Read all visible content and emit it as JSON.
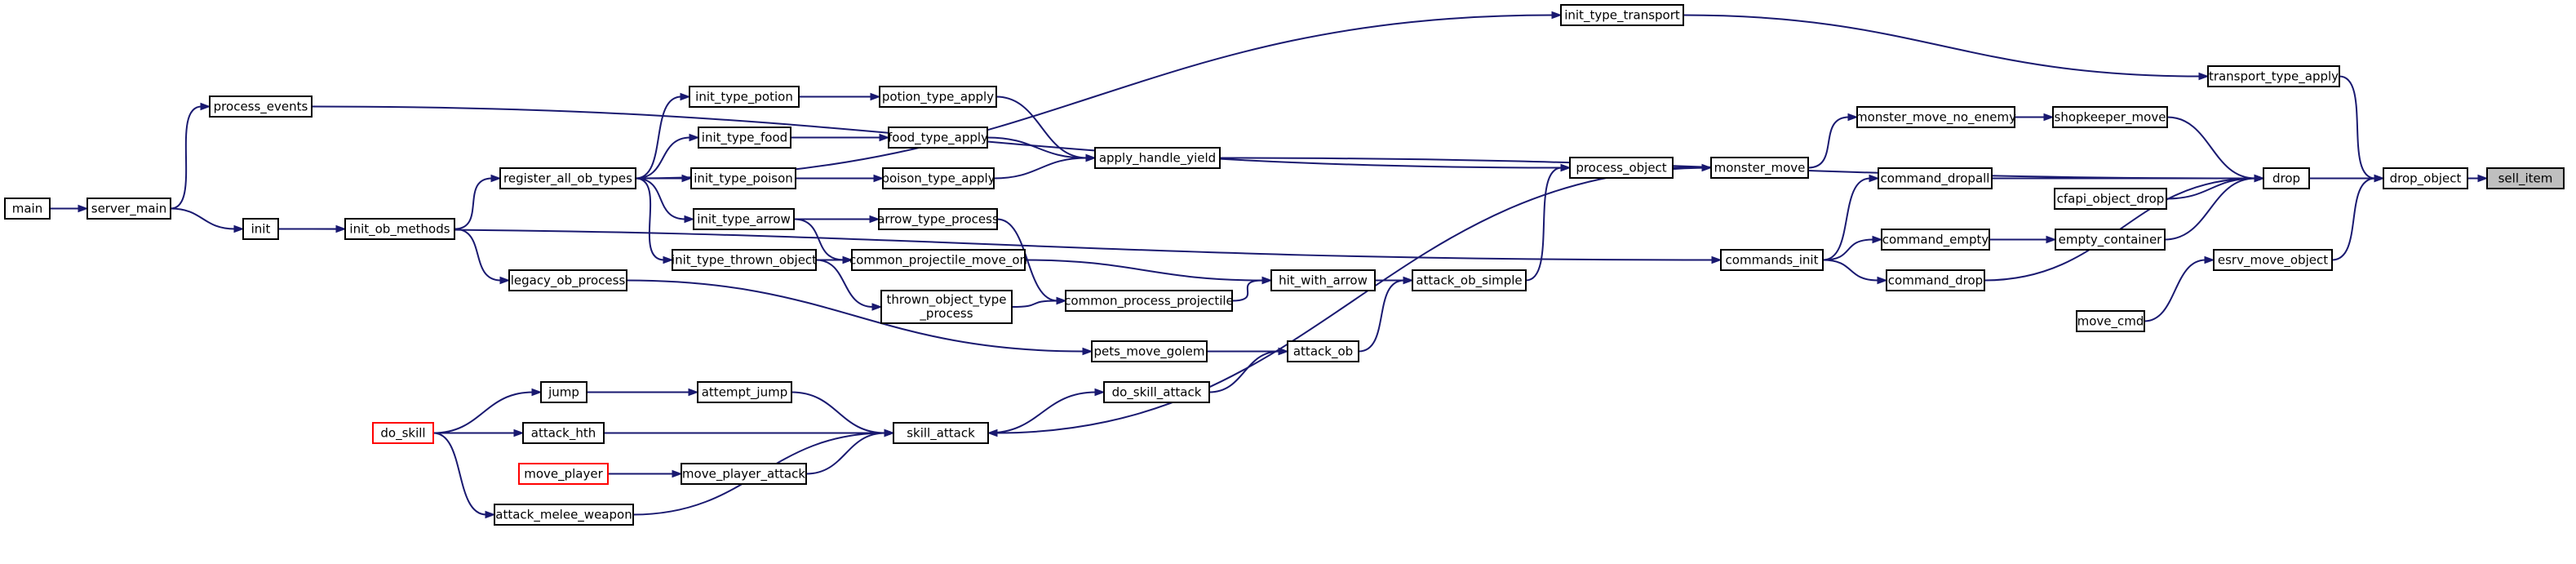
{
  "graph": {
    "colors": {
      "edge": "#191970",
      "node_border": "#000000",
      "node_fill": "#ffffff",
      "truncated_border": "#ff0000",
      "highlight_fill": "#bfbfbf"
    },
    "nodes": [
      {
        "id": "sell_item",
        "label": "sell_item",
        "style": "highlight"
      },
      {
        "id": "drop_object",
        "label": "drop_object"
      },
      {
        "id": "transport_type_apply",
        "label": "transport_type_apply"
      },
      {
        "id": "drop",
        "label": "drop"
      },
      {
        "id": "esrv_move_object",
        "label": "esrv_move_object"
      },
      {
        "id": "init_type_transport",
        "label": "init_type_transport"
      },
      {
        "id": "shopkeeper_move",
        "label": "shopkeeper_move"
      },
      {
        "id": "cfapi_object_drop",
        "label": "cfapi_object_drop"
      },
      {
        "id": "empty_container",
        "label": "empty_container"
      },
      {
        "id": "move_cmd",
        "label": "move_cmd"
      },
      {
        "id": "monster_move_no_enemy",
        "label": "monster_move_no_enemy"
      },
      {
        "id": "command_dropall",
        "label": "command_dropall"
      },
      {
        "id": "command_empty",
        "label": "command_empty"
      },
      {
        "id": "command_drop",
        "label": "command_drop"
      },
      {
        "id": "commands_init",
        "label": "commands_init"
      },
      {
        "id": "monster_move",
        "label": "monster_move"
      },
      {
        "id": "process_object",
        "label": "process_object"
      },
      {
        "id": "attack_ob_simple",
        "label": "attack_ob_simple"
      },
      {
        "id": "hit_with_arrow",
        "label": "hit_with_arrow"
      },
      {
        "id": "attack_ob",
        "label": "attack_ob"
      },
      {
        "id": "do_skill_attack",
        "label": "do_skill_attack"
      },
      {
        "id": "skill_attack",
        "label": "skill_attack"
      },
      {
        "id": "apply_handle_yield",
        "label": "apply_handle_yield"
      },
      {
        "id": "potion_type_apply",
        "label": "potion_type_apply"
      },
      {
        "id": "food_type_apply",
        "label": "food_type_apply"
      },
      {
        "id": "poison_type_apply",
        "label": "poison_type_apply"
      },
      {
        "id": "arrow_type_process",
        "label": "arrow_type_process"
      },
      {
        "id": "common_projectile_move_on",
        "label": "common_projectile_move_on"
      },
      {
        "id": "common_process_projectile",
        "label": "common_process_projectile"
      },
      {
        "id": "thrown_object_type_process",
        "label": "thrown_object_type\n_process"
      },
      {
        "id": "pets_move_golem",
        "label": "pets_move_golem"
      },
      {
        "id": "init_type_potion",
        "label": "init_type_potion"
      },
      {
        "id": "init_type_food",
        "label": "init_type_food"
      },
      {
        "id": "init_type_poison",
        "label": "init_type_poison"
      },
      {
        "id": "init_type_arrow",
        "label": "init_type_arrow"
      },
      {
        "id": "init_type_thrown_object",
        "label": "init_type_thrown_object"
      },
      {
        "id": "attempt_jump",
        "label": "attempt_jump"
      },
      {
        "id": "move_player_attack",
        "label": "move_player_attack"
      },
      {
        "id": "register_all_ob_types",
        "label": "register_all_ob_types"
      },
      {
        "id": "legacy_ob_process",
        "label": "legacy_ob_process"
      },
      {
        "id": "jump",
        "label": "jump"
      },
      {
        "id": "attack_hth",
        "label": "attack_hth"
      },
      {
        "id": "attack_melee_weapon",
        "label": "attack_melee_weapon"
      },
      {
        "id": "move_player",
        "label": "move_player",
        "style": "truncated"
      },
      {
        "id": "do_skill",
        "label": "do_skill",
        "style": "truncated"
      },
      {
        "id": "init_ob_methods",
        "label": "init_ob_methods"
      },
      {
        "id": "init",
        "label": "init"
      },
      {
        "id": "process_events",
        "label": "process_events"
      },
      {
        "id": "server_main",
        "label": "server_main"
      },
      {
        "id": "main",
        "label": "main"
      }
    ],
    "edges": [
      [
        "drop_object",
        "sell_item"
      ],
      [
        "transport_type_apply",
        "drop_object"
      ],
      [
        "drop",
        "drop_object"
      ],
      [
        "esrv_move_object",
        "drop_object"
      ],
      [
        "init_type_transport",
        "transport_type_apply"
      ],
      [
        "shopkeeper_move",
        "drop"
      ],
      [
        "cfapi_object_drop",
        "drop"
      ],
      [
        "empty_container",
        "drop"
      ],
      [
        "command_dropall",
        "drop"
      ],
      [
        "command_drop",
        "drop"
      ],
      [
        "apply_handle_yield",
        "drop"
      ],
      [
        "move_cmd",
        "esrv_move_object"
      ],
      [
        "monster_move_no_enemy",
        "shopkeeper_move"
      ],
      [
        "command_empty",
        "empty_container"
      ],
      [
        "monster_move",
        "monster_move_no_enemy"
      ],
      [
        "commands_init",
        "command_dropall"
      ],
      [
        "commands_init",
        "command_empty"
      ],
      [
        "commands_init",
        "command_drop"
      ],
      [
        "process_object",
        "monster_move"
      ],
      [
        "attack_ob_simple",
        "process_object"
      ],
      [
        "process_events",
        "process_object"
      ],
      [
        "hit_with_arrow",
        "attack_ob_simple"
      ],
      [
        "attack_ob",
        "attack_ob_simple"
      ],
      [
        "common_projectile_move_on",
        "hit_with_arrow"
      ],
      [
        "common_process_projectile",
        "hit_with_arrow"
      ],
      [
        "pets_move_golem",
        "attack_ob"
      ],
      [
        "do_skill_attack",
        "attack_ob"
      ],
      [
        "skill_attack",
        "do_skill_attack"
      ],
      [
        "monster_move",
        "skill_attack"
      ],
      [
        "attempt_jump",
        "skill_attack"
      ],
      [
        "attack_hth",
        "skill_attack"
      ],
      [
        "move_player_attack",
        "skill_attack"
      ],
      [
        "attack_melee_weapon",
        "skill_attack"
      ],
      [
        "potion_type_apply",
        "apply_handle_yield"
      ],
      [
        "food_type_apply",
        "apply_handle_yield"
      ],
      [
        "poison_type_apply",
        "apply_handle_yield"
      ],
      [
        "init_type_potion",
        "potion_type_apply"
      ],
      [
        "init_type_food",
        "food_type_apply"
      ],
      [
        "init_type_poison",
        "poison_type_apply"
      ],
      [
        "init_type_arrow",
        "arrow_type_process"
      ],
      [
        "arrow_type_process",
        "common_process_projectile"
      ],
      [
        "init_type_arrow",
        "common_projectile_move_on"
      ],
      [
        "init_type_thrown_object",
        "common_projectile_move_on"
      ],
      [
        "thrown_object_type_process",
        "common_process_projectile"
      ],
      [
        "init_type_thrown_object",
        "thrown_object_type_process"
      ],
      [
        "legacy_ob_process",
        "pets_move_golem"
      ],
      [
        "register_all_ob_types",
        "init_type_potion"
      ],
      [
        "register_all_ob_types",
        "init_type_food"
      ],
      [
        "register_all_ob_types",
        "init_type_poison"
      ],
      [
        "register_all_ob_types",
        "init_type_arrow"
      ],
      [
        "register_all_ob_types",
        "init_type_thrown_object"
      ],
      [
        "register_all_ob_types",
        "init_type_transport"
      ],
      [
        "init_ob_methods",
        "register_all_ob_types"
      ],
      [
        "init_ob_methods",
        "legacy_ob_process"
      ],
      [
        "jump",
        "attempt_jump"
      ],
      [
        "do_skill",
        "jump"
      ],
      [
        "do_skill",
        "attack_hth"
      ],
      [
        "do_skill",
        "attack_melee_weapon"
      ],
      [
        "move_player",
        "move_player_attack"
      ],
      [
        "init",
        "init_ob_methods"
      ],
      [
        "init",
        "commands_init"
      ],
      [
        "server_main",
        "init"
      ],
      [
        "server_main",
        "process_events"
      ],
      [
        "main",
        "server_main"
      ]
    ]
  }
}
